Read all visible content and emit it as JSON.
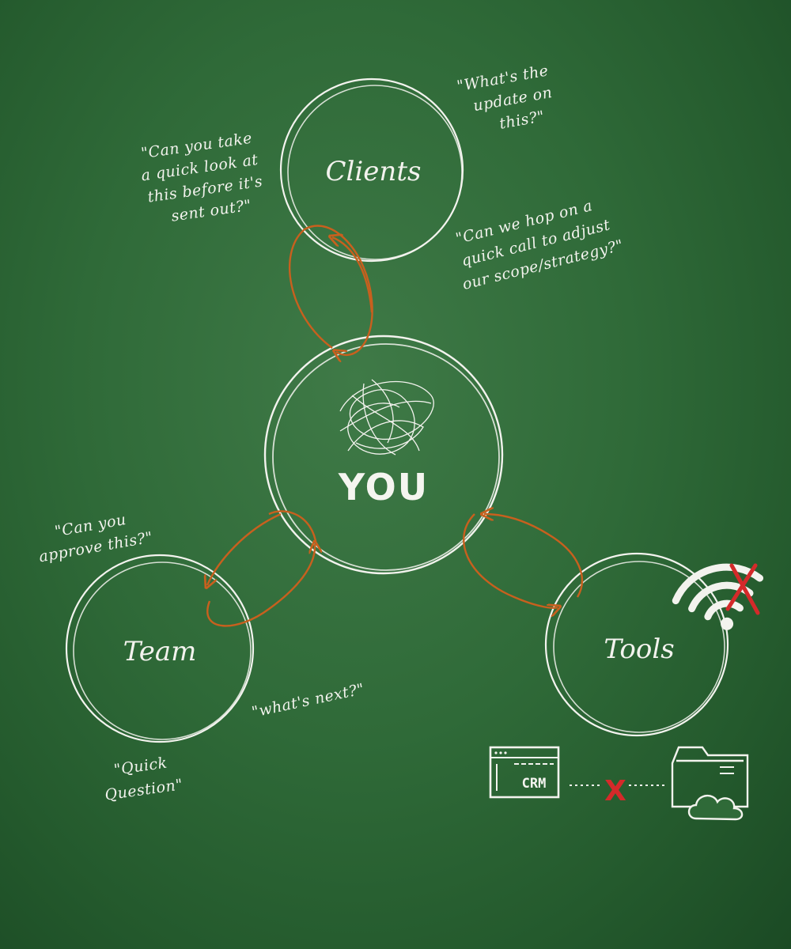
{
  "nodes": {
    "clients": "Clients",
    "you": "YOU",
    "team": "Team",
    "tools": "Tools"
  },
  "quotes": {
    "clients_left": [
      "\"Can you take",
      "a quick look at",
      "this before it's",
      "sent out?\""
    ],
    "clients_top_right": [
      "\"What's the",
      "update on",
      "this?\""
    ],
    "clients_right": [
      "\"Can we hop on a",
      "quick call to adjust",
      "our scope/strategy?\""
    ],
    "team_top": [
      "\"Can you",
      "approve this?\""
    ],
    "team_right": "\"what's next?\"",
    "team_bottom": [
      "\"Quick",
      "Question\""
    ]
  },
  "tools_icons": {
    "crm": "CRM",
    "broken_link": "X"
  },
  "colors": {
    "chalk": "#f3f3ee",
    "arrow": "#c8601e",
    "cross": "#d42a2a",
    "board": "#2f6a38"
  }
}
